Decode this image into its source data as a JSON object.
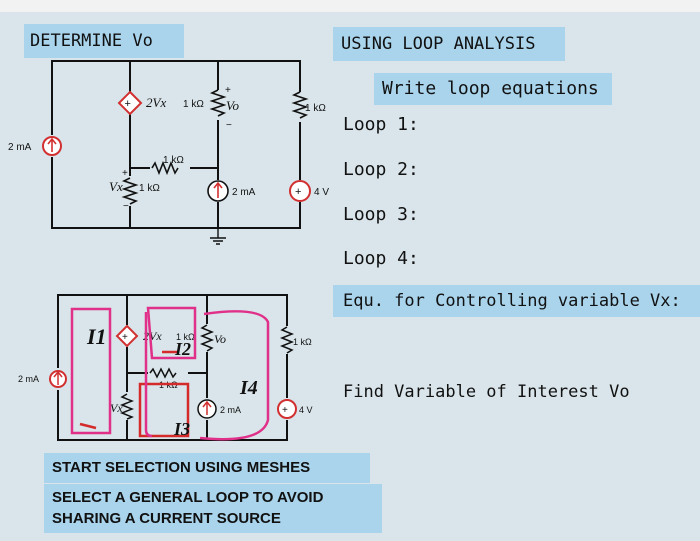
{
  "title": "DETERMINE Vo",
  "subtitle": "USING LOOP ANALYSIS",
  "instruction": "Write loop equations",
  "loops": [
    "Loop 1:",
    "Loop 2:",
    "Loop 3:",
    "Loop 4:"
  ],
  "controlling_eq": "Equ. for Controlling variable Vx:",
  "find_variable": "Find Variable of Interest Vo",
  "note1": "START SELECTION USING MESHES",
  "note2_line1": "SELECT A GENERAL LOOP TO AVOID",
  "note2_line2": "SHARING A CURRENT SOURCE",
  "circuit": {
    "dep_source": "2Vx",
    "r_top": "1 kΩ",
    "vo": "Vo",
    "r_right": "1 kΩ",
    "r_mid": "1 kΩ",
    "vx": "Vx",
    "r_left": "1 kΩ",
    "cs_left": "2 mA",
    "cs_mid": "2 mA",
    "vs": "4 V",
    "plus": "+",
    "minus": "−"
  },
  "annotated": {
    "i1": "I1",
    "i2": "I2",
    "i3": "I3",
    "i4": "I4"
  },
  "colors": {
    "box": "#a9d4ec",
    "panel": "#d9e5ea",
    "source_red": "#d23030",
    "mesh_pink": "#e0308a",
    "mesh_red": "#d42a2a"
  }
}
